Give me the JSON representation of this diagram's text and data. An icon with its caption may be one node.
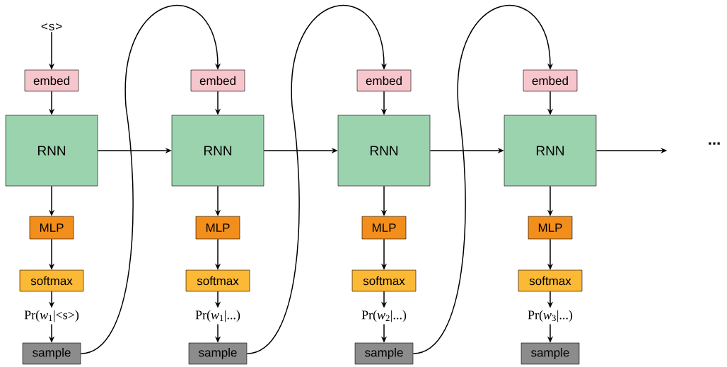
{
  "diagram": {
    "nodes": [
      {
        "text": [
          "<s>"
        ]
      },
      {
        "text": [
          "embed"
        ]
      },
      {
        "text": [
          "RNN"
        ]
      },
      {
        "text": [
          "MLP"
        ]
      },
      {
        "text": [
          "softmax"
        ]
      },
      {
        "text": [
          "Pr(*w*$_{1}$|<s>)"
        ]
      },
      {
        "text": [
          "sample"
        ]
      },
      {
        "text": [
          "embed"
        ]
      },
      {
        "text": [
          "RNN"
        ]
      },
      {
        "text": [
          "MLP"
        ]
      },
      {
        "text": [
          "softmax"
        ]
      },
      {
        "text": [
          "Pr(*w*$_{1}$|...)"
        ]
      },
      {
        "text": [
          "sample"
        ]
      },
      {
        "text": [
          "embed"
        ]
      },
      {
        "text": [
          "RNN"
        ]
      },
      {
        "text": [
          "MLP"
        ]
      },
      {
        "text": [
          "softmax"
        ]
      },
      {
        "text": [
          "Pr(*w*$_{2}$|...)"
        ]
      },
      {
        "text": [
          "sample"
        ]
      },
      {
        "text": [
          "embed"
        ]
      },
      {
        "text": [
          "RNN"
        ]
      },
      {
        "text": [
          "MLP"
        ]
      },
      {
        "text": [
          "softmax"
        ]
      },
      {
        "text": [
          "Pr(*w*$_{3}$|...)"
        ]
      },
      {
        "text": [
          "sample"
        ]
      }
    ],
    "edges": [
      {
        "from": 0,
        "to": 1,
        "arrow": "to"
      },
      {
        "from": 1,
        "to": 2,
        "arrow": "to"
      },
      {
        "from": 2,
        "to": 3,
        "arrow": "to"
      },
      {
        "from": 3,
        "to": 4,
        "arrow": "to"
      },
      {
        "from": 4,
        "to": 5,
        "arrow": "to"
      },
      {
        "from": 5,
        "to": 6,
        "arrow": "to"
      },
      {
        "from": 7,
        "to": 8,
        "arrow": "to"
      },
      {
        "from": 8,
        "to": 9,
        "arrow": "to"
      },
      {
        "from": 9,
        "to": 10,
        "arrow": "to"
      },
      {
        "from": 10,
        "to": 11,
        "arrow": "to"
      },
      {
        "from": 11,
        "to": 12,
        "arrow": "to"
      },
      {
        "from": 13,
        "to": 14,
        "arrow": "to"
      },
      {
        "from": 14,
        "to": 15,
        "arrow": "to"
      },
      {
        "from": 15,
        "to": 16,
        "arrow": "to"
      },
      {
        "from": 16,
        "to": 17,
        "arrow": "to"
      },
      {
        "from": 17,
        "to": 18,
        "arrow": "to"
      },
      {
        "from": 19,
        "to": 20,
        "arrow": "to"
      },
      {
        "from": 20,
        "to": 21,
        "arrow": "to"
      },
      {
        "from": 21,
        "to": 22,
        "arrow": "to"
      },
      {
        "from": 22,
        "to": 23,
        "arrow": "to"
      },
      {
        "from": 23,
        "to": 24,
        "arrow": "to"
      },
      {
        "from": 2,
        "to": 8,
        "arrow": "to"
      },
      {
        "from": 8,
        "to": 14,
        "arrow": "to"
      },
      {
        "from": 14,
        "to": 20,
        "arrow": "to"
      },
      {
        "from": 20,
        "to": null,
        "arrow": "to"
      },
      {
        "from": 6,
        "to": 7,
        "arrow": "to"
      },
      {
        "from": 12,
        "to": 13,
        "arrow": "to"
      },
      {
        "from": 18,
        "to": 19,
        "arrow": "to"
      }
    ],
    "labels": [
      "..."
    ]
  }
}
